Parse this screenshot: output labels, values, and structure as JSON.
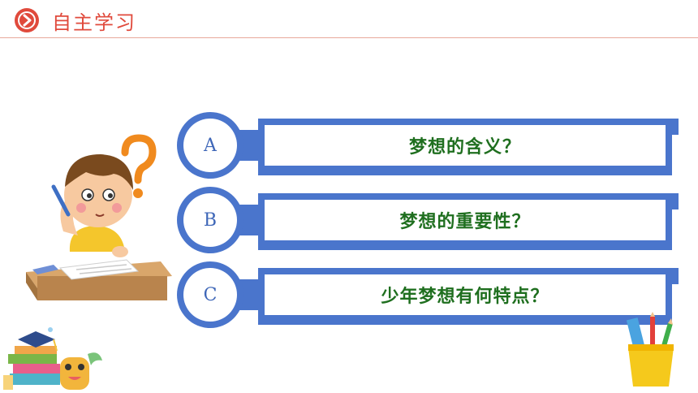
{
  "header": {
    "title": "自主学习",
    "icon": "chevron-right-icon"
  },
  "options": [
    {
      "letter": "A",
      "text": "梦想的含义？"
    },
    {
      "letter": "B",
      "text": "梦想的重要性？"
    },
    {
      "letter": "C",
      "text": "少年梦想有何特点？"
    }
  ],
  "colors": {
    "accent": "#4a75cc",
    "title": "#e04a3c",
    "answer": "#1f6f1f"
  }
}
